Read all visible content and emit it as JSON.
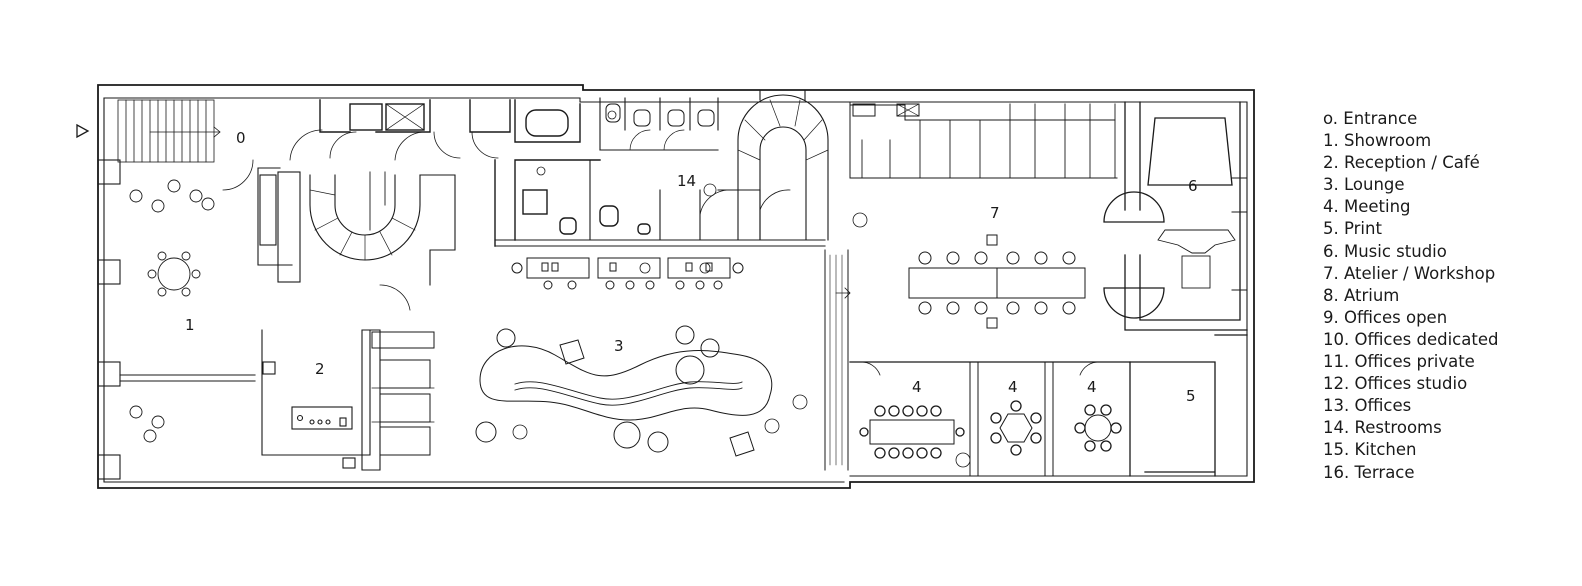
{
  "legend": [
    "o. Entrance",
    "1. Showroom",
    "2. Reception / Café",
    "3. Lounge",
    "4. Meeting",
    "5. Print",
    "6. Music studio",
    "7. Atelier / Workshop",
    "8. Atrium",
    "9. Offices open",
    "10. Offices dedicated",
    "11. Offices private",
    "12. Offices studio",
    "13. Offices",
    "14. Restrooms",
    "15. Kitchen",
    "16. Terrace"
  ],
  "rooms": {
    "entrance": "0",
    "showroom": "1",
    "reception": "2",
    "lounge": "3",
    "meeting_a": "4",
    "meeting_b": "4",
    "meeting_c": "4",
    "print": "5",
    "music_studio": "6",
    "atelier": "7",
    "restrooms": "14"
  },
  "colors": {
    "line": "#1a1a1a",
    "background": "#ffffff"
  }
}
